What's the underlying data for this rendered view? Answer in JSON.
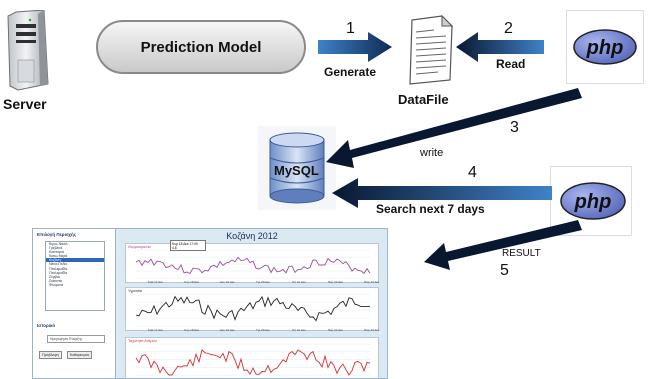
{
  "server_label": "Server",
  "prediction_model_label": "Prediction Model",
  "datafile_label": "DataFile",
  "mysql_label": "MySQL",
  "php_logo_text": "php",
  "steps": [
    {
      "number": "1",
      "label": "Generate"
    },
    {
      "number": "2",
      "label": "Read"
    },
    {
      "number": "3",
      "label": "write"
    },
    {
      "number": "4",
      "label": "Search next 7 days"
    },
    {
      "number": "5",
      "label": "RESULT"
    }
  ],
  "colors": {
    "arrow_dark": "#0a1730",
    "arrow_blue": "#1b5fa6",
    "php_logo": "#6f7fd0",
    "temperature_line": "#9b4ea0",
    "humidity_line": "#222222",
    "wind_line": "#d43030"
  },
  "screenshot": {
    "title": "Κοζάνη 2012",
    "panel_title": "Επιλογή Περιοχής",
    "regions": [
      "Άγιος Νικόλ.",
      "Γρεβενά",
      "Καστοριά",
      "Κατω Μερά",
      "Κοζάνη",
      "Νέτοι Πεδίο",
      "Πτολεμαΐδα",
      "Πτολεμαΐδα",
      "Σέρβια",
      "Σιάτιστα",
      "Φλώρινα"
    ],
    "selected_region_index": 4,
    "history_label": "Ιστορικό",
    "date_field_placeholder": "Ημερομηνία Έναρξης",
    "forecast_button": "Πρόβλεψη",
    "clear_button": "Καθαρισμός",
    "tooltip_line1": "Κυρ 18 Δεκ 17:00",
    "tooltip_line2": "4.8",
    "plot_titles": [
      "Θερμοκρασία",
      "Υγρασία",
      "Ταχύτητα Ανέμου"
    ],
    "x_ticks": [
      "Σαβ 17 Δεκ",
      "Κυρ 18 Δεκ",
      "Δευ 19 Δεκ",
      "Τρι 20 Δεκ",
      "Τετ 21 Δεκ",
      "Πεμ 22 Δεκ",
      "Παρ 23 Δεκ"
    ]
  }
}
